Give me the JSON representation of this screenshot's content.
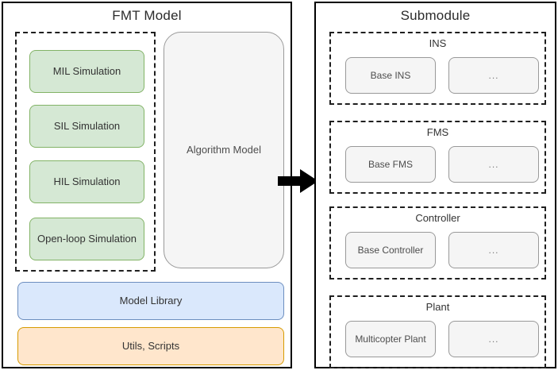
{
  "diagram": {
    "title_left": "FMT Model",
    "title_right": "Submodule",
    "arrow_icon": "right-arrow-icon",
    "colors": {
      "green_fill": "#d5e8d4",
      "green_border": "#82b366",
      "blue_fill": "#dae8fc",
      "blue_border": "#6c8ebf",
      "orange_fill": "#ffe6cc",
      "orange_border": "#d79b00",
      "gray_fill": "#f5f5f5",
      "gray_border": "#999999",
      "panel_border": "#000000",
      "dashed_border": "#1f1f1f",
      "arrow": "#000000"
    }
  },
  "fmt_model": {
    "title": "FMT Model",
    "simulation_group": {
      "blocks": [
        {
          "label": "MIL Simulation"
        },
        {
          "label": "SIL Simulation"
        },
        {
          "label": "HIL Simulation"
        },
        {
          "label": "Open-loop Simulation"
        }
      ]
    },
    "algorithm_model": {
      "label": "Algorithm Model"
    },
    "bars": [
      {
        "label": "Model Library"
      },
      {
        "label": "Utils, Scripts"
      }
    ]
  },
  "submodule": {
    "title": "Submodule",
    "groups": [
      {
        "name": "INS",
        "items": [
          {
            "label": "Base INS"
          },
          {
            "label": "..."
          }
        ]
      },
      {
        "name": "FMS",
        "items": [
          {
            "label": "Base FMS"
          },
          {
            "label": "..."
          }
        ]
      },
      {
        "name": "Controller",
        "items": [
          {
            "label": "Base Controller"
          },
          {
            "label": "..."
          }
        ]
      },
      {
        "name": "Plant",
        "items": [
          {
            "label": "Multicopter Plant"
          },
          {
            "label": "..."
          }
        ]
      }
    ]
  }
}
